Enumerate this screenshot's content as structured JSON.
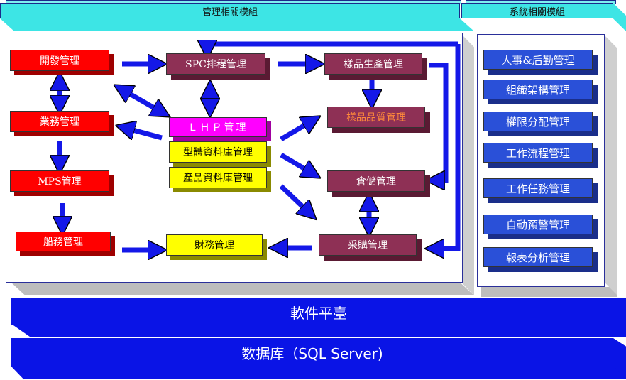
{
  "headers": {
    "management": "管理相關模組",
    "system": "系統相關模組"
  },
  "modules": {
    "dev": "開發管理",
    "business": "業務管理",
    "mps": "MPS管理",
    "shipping": "船務管理",
    "spc": "SPC排程管理",
    "lhp": "ＬＨＰ管理",
    "mold_db": "型體資料庫管理",
    "product_db": "產品資料庫管理",
    "finance": "財務管理",
    "sample_prod": "樣品生產管理",
    "sample_quality": "樣品品質管理",
    "warehouse": "倉儲管理",
    "purchase": "采購管理"
  },
  "system_modules": [
    "人事&后勤管理",
    "組織架構管理",
    "權限分配管理",
    "工作流程管理",
    "工作任務管理",
    "自動預警管理",
    "報表分析管理"
  ],
  "layers": {
    "software_platform": "軟件平臺",
    "database": "数据库（SQL Server)"
  },
  "colors": {
    "header_cyan": "#3de5e5",
    "module_red": "#ff0000",
    "module_maroon": "#8e3055",
    "module_magenta": "#ff00ff",
    "module_yellow": "#ffff00",
    "module_blue": "#2a50d8",
    "arrow_blue": "#1418e8",
    "bar_blue": "#0a14e6"
  }
}
